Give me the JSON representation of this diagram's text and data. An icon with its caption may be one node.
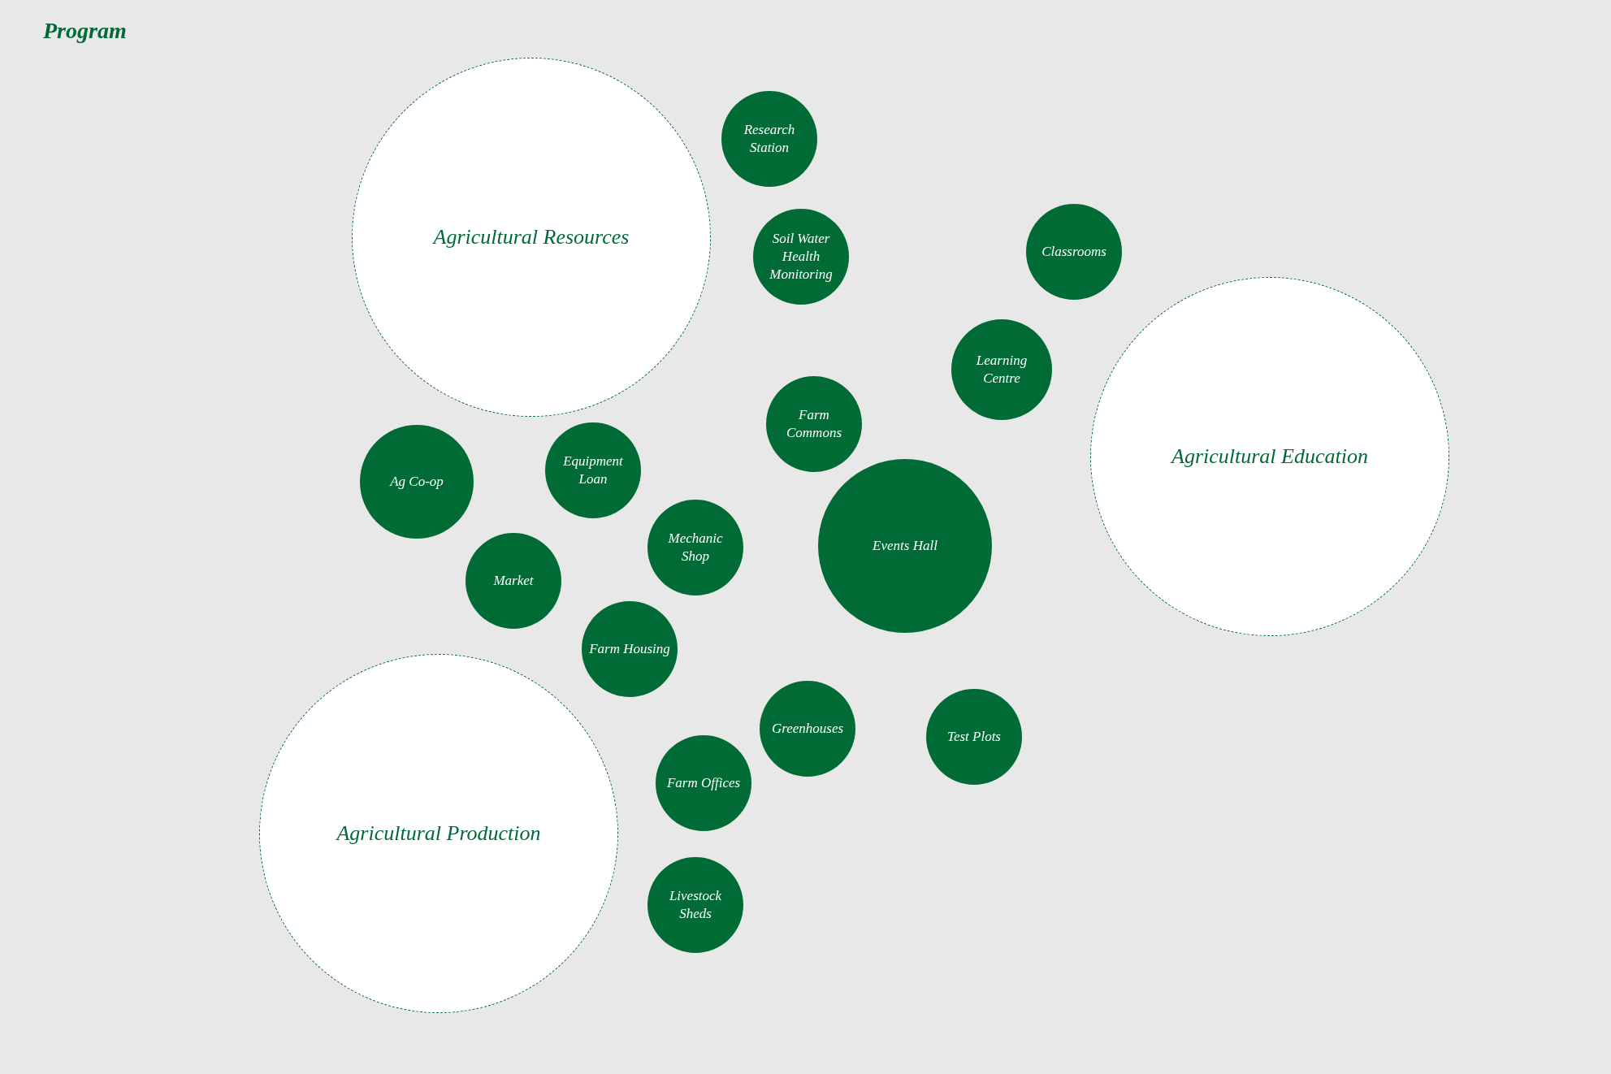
{
  "diagram": {
    "title": "Program",
    "nodes": [
      {
        "text": [
          "Research Station"
        ]
      },
      {
        "text": [
          "Agricultural Resources"
        ]
      },
      {
        "text": [
          "Classrooms"
        ]
      },
      {
        "text": [
          "Soil Water Health Monitoring"
        ]
      },
      {
        "text": [
          "Learning Centre"
        ]
      },
      {
        "text": [
          "Farm Commons"
        ]
      },
      {
        "text": [
          "Agricultural Education"
        ]
      },
      {
        "text": [
          "Equipment Loan"
        ]
      },
      {
        "text": [
          "Ag Co-op"
        ]
      },
      {
        "text": [
          "Events Hall"
        ]
      },
      {
        "text": [
          "Mechanic Shop"
        ]
      },
      {
        "text": [
          "Market"
        ]
      },
      {
        "text": [
          "Farm Housing"
        ]
      },
      {
        "text": [
          "Greenhouses"
        ]
      },
      {
        "text": [
          "Test Plots"
        ]
      },
      {
        "text": [
          "Farm Offices"
        ]
      },
      {
        "text": [
          "Agricultural Production"
        ]
      },
      {
        "text": [
          "Livestock Sheds"
        ]
      }
    ]
  }
}
